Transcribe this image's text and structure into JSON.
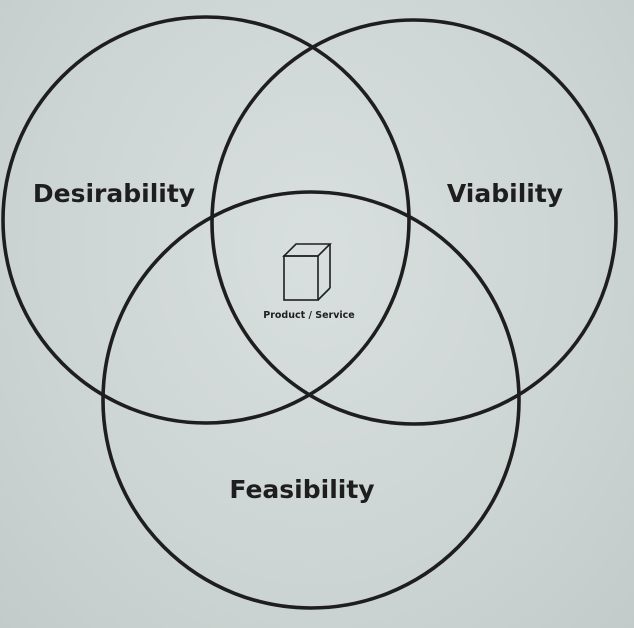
{
  "diagram": {
    "circles": [
      {
        "label": "Desirability"
      },
      {
        "label": "Viability"
      },
      {
        "label": "Feasibility"
      }
    ],
    "center": {
      "label": "Product / Service",
      "icon": "cube-icon"
    },
    "colors": {
      "background": "#cfd6d5",
      "stroke": "#1e1e1e"
    }
  }
}
